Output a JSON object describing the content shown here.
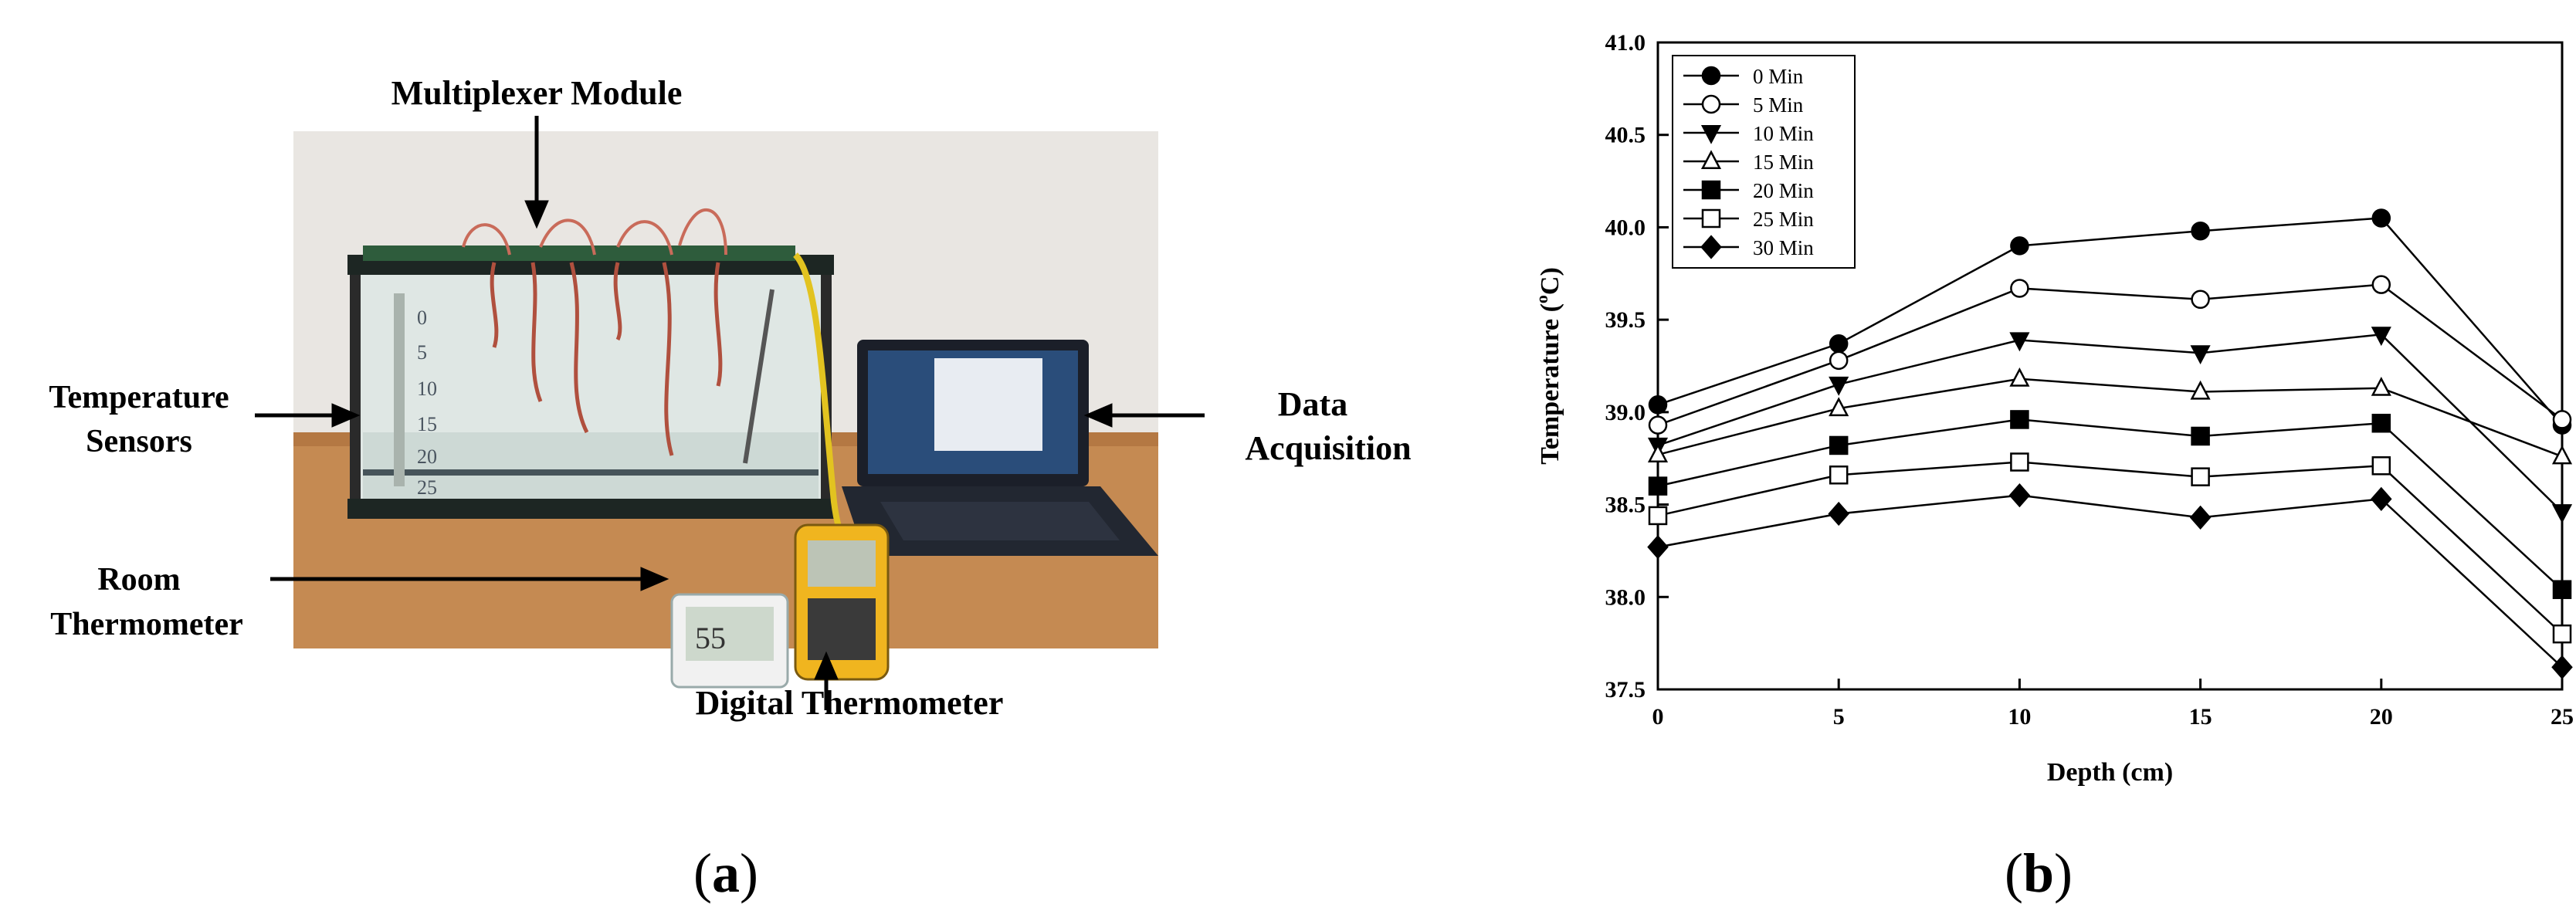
{
  "panel_a": {
    "label_letter": "a",
    "annotations": {
      "multiplexer": "Multiplexer Module",
      "temp_sensors_line1": "Temperature",
      "temp_sensors_line2": "Sensors",
      "data_acq_line1": "Data",
      "data_acq_line2": "Acquisition",
      "room_thermo_line1": "Room",
      "room_thermo_line2": "Thermometer",
      "digital_thermo": "Digital Thermometer"
    },
    "ruler_ticks": [
      "0",
      "5",
      "10",
      "15",
      "20",
      "25"
    ]
  },
  "panel_b": {
    "label_letter": "b"
  },
  "chart_data": {
    "type": "line",
    "xlabel": "Depth (cm)",
    "ylabel_prefix": "Temperature (",
    "ylabel_super": "o",
    "ylabel_suffix": "C)",
    "x": [
      0,
      5,
      10,
      15,
      20,
      25
    ],
    "xlim": [
      0,
      25
    ],
    "ylim": [
      37.5,
      41.0
    ],
    "x_ticks": [
      "0",
      "5",
      "10",
      "15",
      "20",
      "25"
    ],
    "y_ticks": [
      "37.5",
      "38.0",
      "38.5",
      "39.0",
      "39.5",
      "40.0",
      "40.5",
      "41.0"
    ],
    "grid": false,
    "legend_position": "top-left",
    "series": [
      {
        "name": "0 Min",
        "marker": "circle-filled",
        "values": [
          39.04,
          39.37,
          39.9,
          39.98,
          40.05,
          38.93
        ]
      },
      {
        "name": "5 Min",
        "marker": "circle-open",
        "values": [
          38.93,
          39.28,
          39.67,
          39.61,
          39.69,
          38.96
        ]
      },
      {
        "name": "10 Min",
        "marker": "triangle-down-filled",
        "values": [
          38.82,
          39.15,
          39.39,
          39.32,
          39.42,
          38.46
        ]
      },
      {
        "name": "15 Min",
        "marker": "triangle-up-open",
        "values": [
          38.77,
          39.02,
          39.18,
          39.11,
          39.13,
          38.76
        ]
      },
      {
        "name": "20 Min",
        "marker": "square-filled",
        "values": [
          38.6,
          38.82,
          38.96,
          38.87,
          38.94,
          38.04
        ]
      },
      {
        "name": "25 Min",
        "marker": "square-open",
        "values": [
          38.44,
          38.66,
          38.73,
          38.65,
          38.71,
          37.8
        ]
      },
      {
        "name": "30 Min",
        "marker": "diamond-filled",
        "values": [
          38.27,
          38.45,
          38.55,
          38.43,
          38.53,
          37.62
        ]
      }
    ]
  }
}
